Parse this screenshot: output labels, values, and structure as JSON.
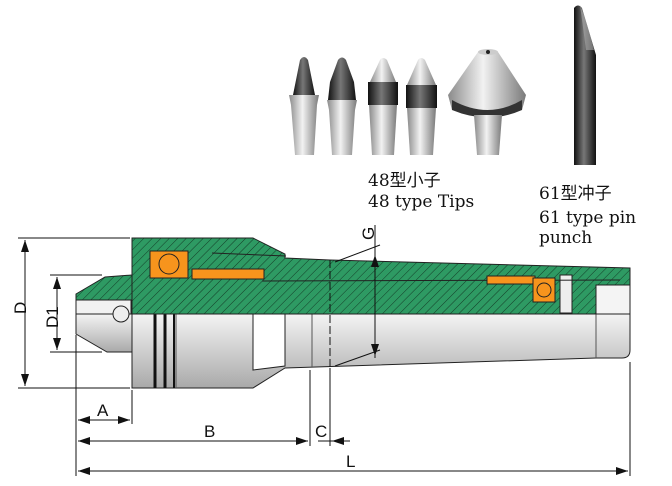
{
  "products": {
    "tips": {
      "title_cn": "48型小子",
      "title_en": "48 type Tips",
      "count": 5
    },
    "punch": {
      "title_cn": "61型冲子",
      "title_en_line1": "61 type pin",
      "title_en_line2": "punch"
    }
  },
  "dimensions": {
    "D": "D",
    "D1": "D1",
    "A": "A",
    "B": "B",
    "C": "C",
    "L": "L",
    "G": "G"
  },
  "colors": {
    "section": "#2e9a63",
    "bearing": "#f7941d",
    "steel": "#d8d8d8"
  }
}
